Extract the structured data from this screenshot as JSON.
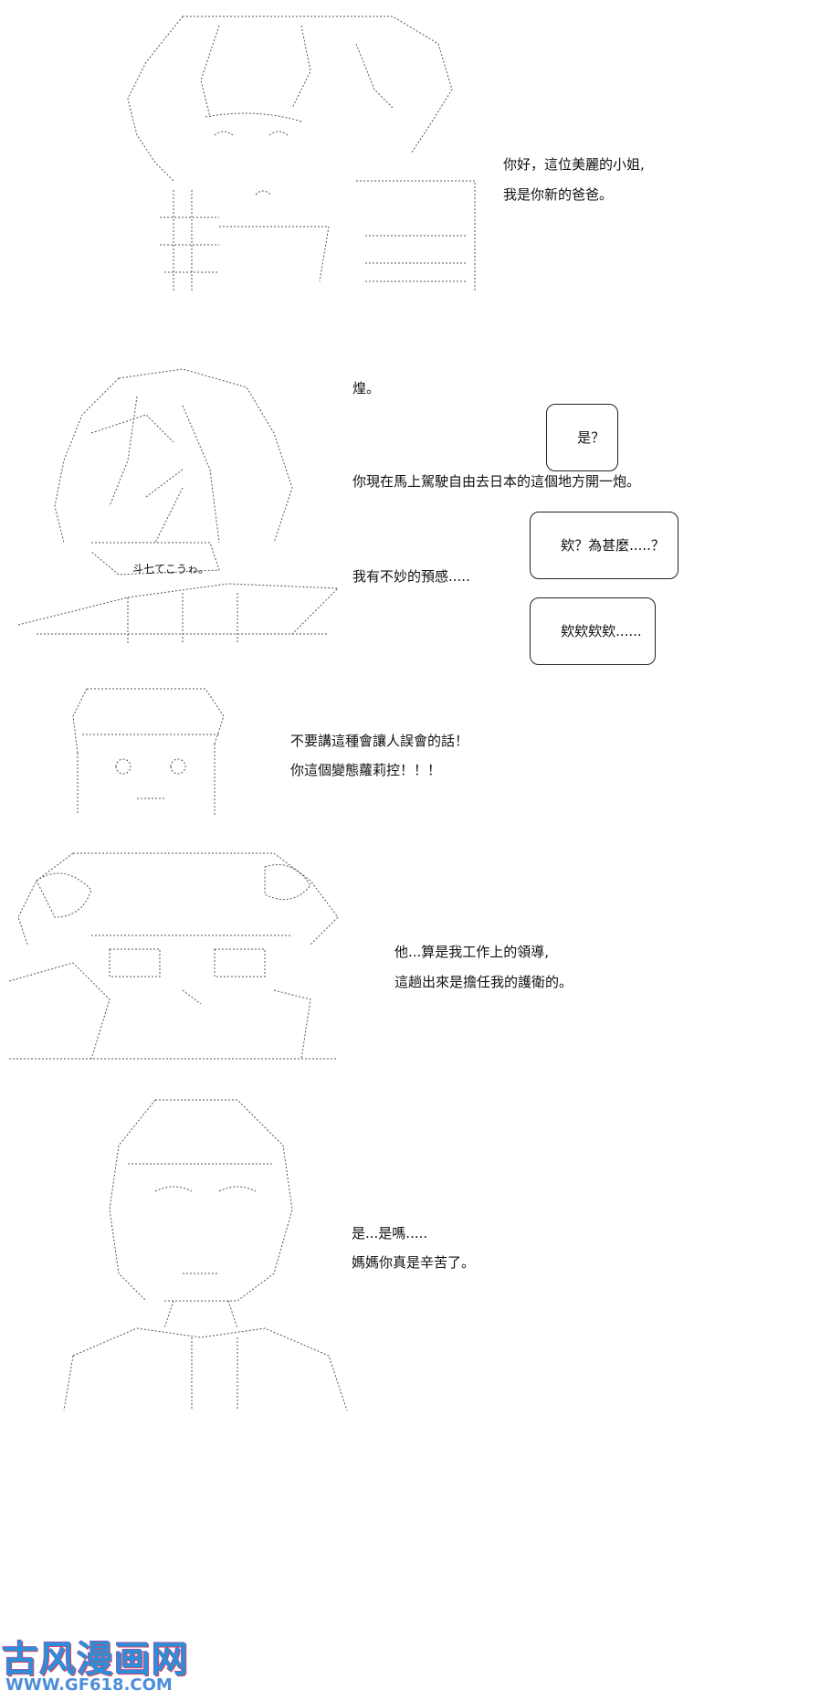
{
  "panels": [
    {
      "lines": [
        "你好，這位美麗的小姐,",
        "我是你新的爸爸。"
      ]
    },
    {
      "lines": [
        "煌。"
      ],
      "mid": "你現在馬上駕駛自由去日本的這個地方開一炮。",
      "art_caption": "斗七てこうゎ。",
      "low": "我有不妙的預感.....",
      "bubbles": [
        "是？",
        "欸？為甚麼.....？",
        "欸欸欸欸......"
      ]
    },
    {
      "lines": [
        "不要講這種會讓人誤會的話！",
        "你這個變態蘿莉控！！！"
      ]
    },
    {
      "lines": [
        "他...算是我工作上的領導,",
        "這趟出來是擔任我的護衛的。"
      ]
    },
    {
      "lines": [
        "是...是嗎.....",
        "媽媽你真是辛苦了。"
      ]
    }
  ],
  "watermark": {
    "title": "古风漫画网",
    "url": "WWW.GF618.COM"
  }
}
